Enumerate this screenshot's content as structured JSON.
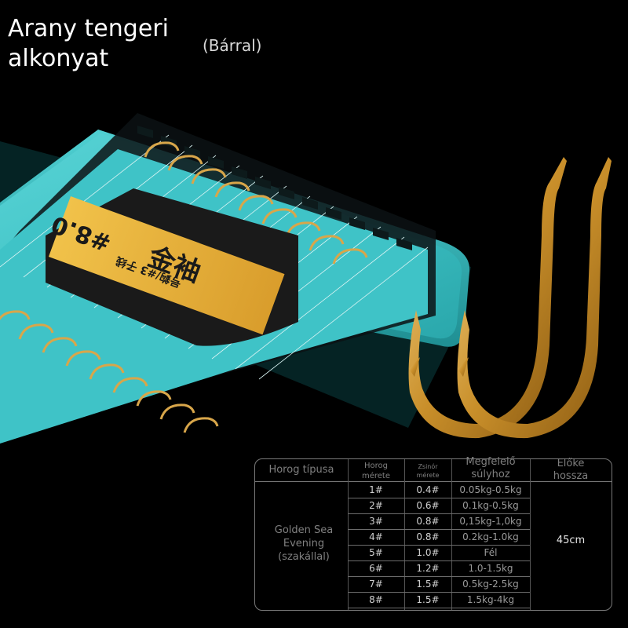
{
  "title": "Arany tengeri\nalkonyat",
  "subtitle": "(Bárral)",
  "package_label": {
    "number": "#8.0",
    "brand": "金袖",
    "side_text": "号鈎/#3 子线"
  },
  "colors": {
    "box": "#3fc3c7",
    "box_dark": "#1d8b8f",
    "gold": "#d8a64a",
    "label": "#e4b13c"
  },
  "table": {
    "headers": {
      "type": "Horog típusa",
      "size": "Horog\nmérete",
      "line": "Zsinór\nmérete",
      "weight": "Megfelelő\nsúlyhoz",
      "length": "Előke\nhossza"
    },
    "type_value": "Golden Sea\nEvening\n(szakállal)",
    "length_value": "45cm",
    "rows": [
      {
        "size": "1#",
        "line": "0.4#",
        "weight": "0.05kg-0.5kg"
      },
      {
        "size": "2#",
        "line": "0.6#",
        "weight": "0.1kg-0.5kg"
      },
      {
        "size": "3#",
        "line": "0.8#",
        "weight": "0,15kg-1,0kg"
      },
      {
        "size": "4#",
        "line": "0.8#",
        "weight": "0.2kg-1.0kg"
      },
      {
        "size": "5#",
        "line": "1.0#",
        "weight": "Fél"
      },
      {
        "size": "6#",
        "line": "1.2#",
        "weight": "1.0-1.5kg"
      },
      {
        "size": "7#",
        "line": "1.5#",
        "weight": "0.5kg-2.5kg"
      },
      {
        "size": "8#",
        "line": "1.5#",
        "weight": "1.5kg-4kg"
      }
    ]
  }
}
